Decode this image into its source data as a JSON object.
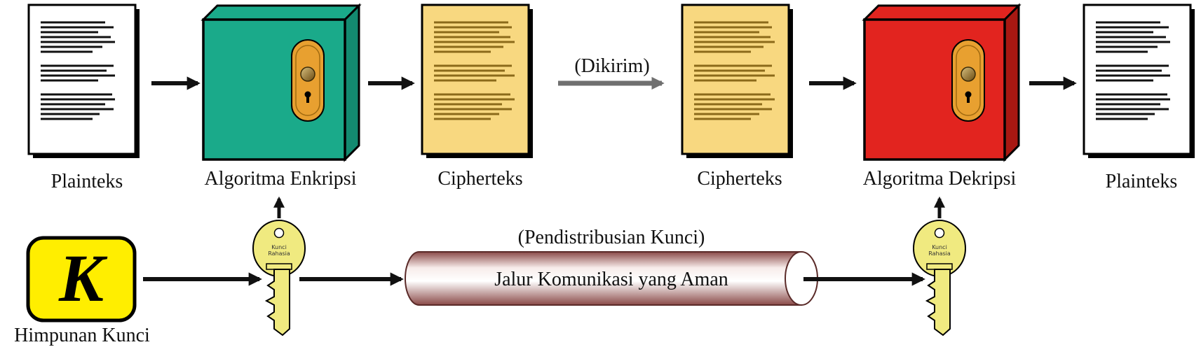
{
  "labels": {
    "plaintext_in": "Plainteks",
    "encryption": "Algoritma Enkripsi",
    "ciphertext_sent": "Cipherteks",
    "sent": "(Dikirim)",
    "ciphertext_received": "Cipherteks",
    "decryption": "Algoritma Dekripsi",
    "plaintext_out": "Plainteks",
    "keyspace": "Himpunan Kunci",
    "keyspace_symbol": "K",
    "key_distribution": "(Pendistribusian Kunci)",
    "secure_channel": "Jalur Komunikasi yang Aman",
    "key_tag_line1": "Kunci",
    "key_tag_line2": "Rahasia"
  },
  "colors": {
    "encryption_box": "#1aaa8a",
    "decryption_box": "#e2241f",
    "ciphertext_paper": "#f8d880",
    "ciphertext_lines": "#8b6a1a",
    "plaintext_paper": "#ffffff",
    "keyspace_badge": "#ffee00",
    "key": "#f0ea80",
    "lock_plate": "#e8a030",
    "arrow": "#111111",
    "sent_arrow": "#707070"
  }
}
